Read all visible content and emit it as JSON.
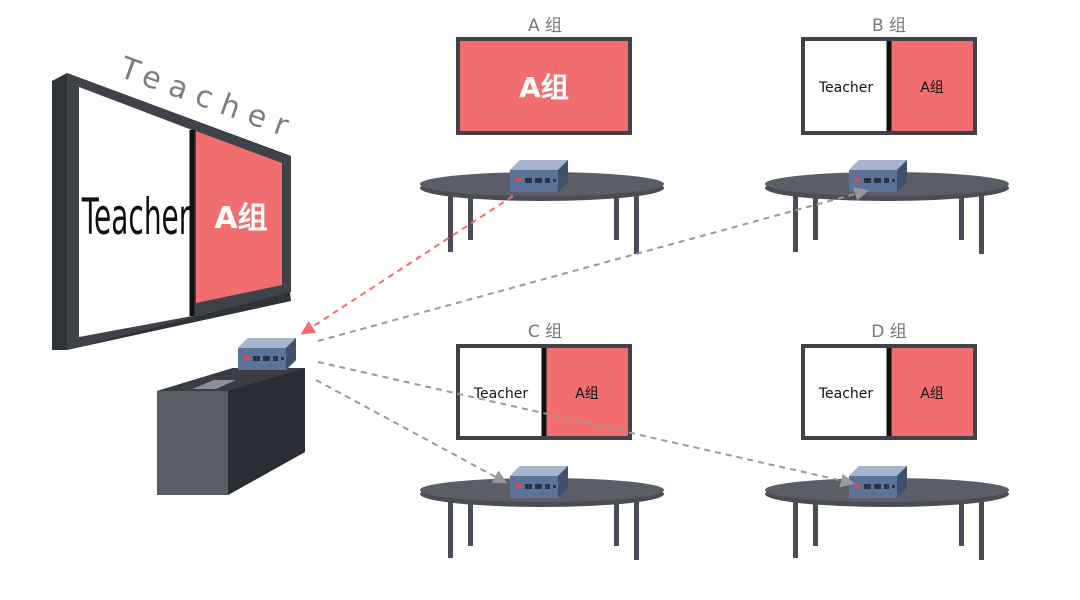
{
  "teacher_label": "Teacher",
  "main_screen": {
    "left": "Teacher",
    "right": "A组"
  },
  "groups": [
    {
      "name": "A 组",
      "full": "A组"
    },
    {
      "name": "B 组",
      "left": "Teacher",
      "right": "A组"
    },
    {
      "name": "C 组",
      "left": "Teacher",
      "right": "A组"
    },
    {
      "name": "D 组",
      "left": "Teacher",
      "right": "A组"
    }
  ],
  "colors": {
    "accent": "#f26e6e",
    "frame": "#3f4349",
    "table": "#4a4d55",
    "arrow_red": "#f26e6e",
    "arrow_gray": "#999999"
  }
}
